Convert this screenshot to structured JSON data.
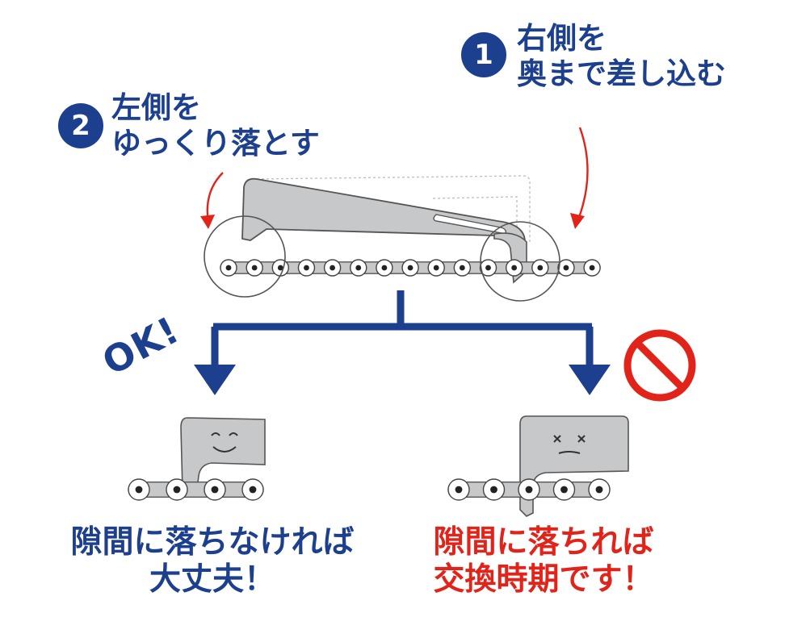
{
  "steps": [
    {
      "number": "1",
      "line1": "右側を",
      "line2": "奥まで差し込む"
    },
    {
      "number": "2",
      "line1": "左側を",
      "line2": "ゆっくり落とす"
    }
  ],
  "ok_label": "OK!",
  "results": {
    "good": {
      "line1": "隙間に落ちなければ",
      "line2": "大丈夫！"
    },
    "bad": {
      "line1": "隙間に落ちれば",
      "line2": "交換時期です！"
    }
  },
  "colors": {
    "primary_blue": "#1c3f8e",
    "alert_red": "#e2231a",
    "tool_gray": "#c7c8ca",
    "outline_dark": "#555555"
  },
  "icons": {
    "prohibited": "prohibited-icon",
    "happy_face": "smiley-face-icon",
    "dizzy_face": "dizzy-face-icon"
  }
}
